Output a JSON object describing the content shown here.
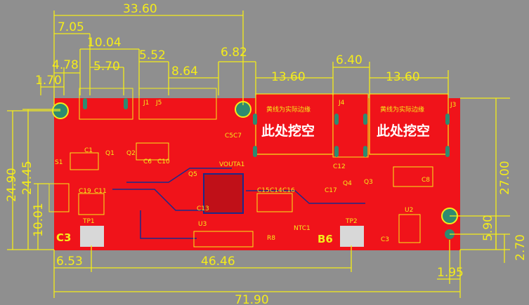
{
  "dimensions": {
    "d_33_60": "33.60",
    "d_7_05": "7.05",
    "d_10_04": "10.04",
    "d_5_52": "5.52",
    "d_6_82": "6.82",
    "d_4_78": "4.78",
    "d_5_70": "5.70",
    "d_8_64": "8.64",
    "d_6_40": "6.40",
    "d_1_70": "1.70",
    "d_13_60_a": "13.60",
    "d_13_60_b": "13.60",
    "d_24_90": "24.90",
    "d_24_45": "24.45",
    "d_10_01": "10.01",
    "d_27_00": "27.00",
    "d_5_90": "5.90",
    "d_2_70": "2.70",
    "d_6_53": "6.53",
    "d_46_46": "46.46",
    "d_1_95": "1.95",
    "d_71_90": "71.90"
  },
  "cutouts": {
    "left_note": "黄线为实际边缘",
    "left_label": "此处挖空",
    "right_note": "黄线为实际边缘",
    "right_label": "此处挖空"
  },
  "refs": {
    "J1": "J1",
    "J5": "J5",
    "J4": "J4",
    "J3": "J3",
    "S1": "S1",
    "Q1": "Q1",
    "Q2": "Q2",
    "Q3": "Q3",
    "Q4": "Q4",
    "Q5": "Q5",
    "C1": "C1",
    "C6": "C6",
    "C8": "C8",
    "C10": "C10",
    "C11": "C11",
    "C12": "C12",
    "C13": "C13",
    "C14": "C14",
    "C15": "C15",
    "C16": "C16",
    "C17": "C17",
    "C19": "C19",
    "TP1": "TP1",
    "TP2": "TP2",
    "U2": "U2",
    "U3": "U3",
    "NTC1": "NTC1",
    "C3": "C3",
    "R8": "R8",
    "C5C7": "C5C7",
    "VOUTA1": "VOUTA1"
  },
  "corner_marks": {
    "left": "C3",
    "right": "B6"
  },
  "colors": {
    "background": "#8f8f8f",
    "board": "#f0131a",
    "dimension": "#f4ec1a",
    "pad": "#2e8b70",
    "trace": "#1c2a8a"
  }
}
